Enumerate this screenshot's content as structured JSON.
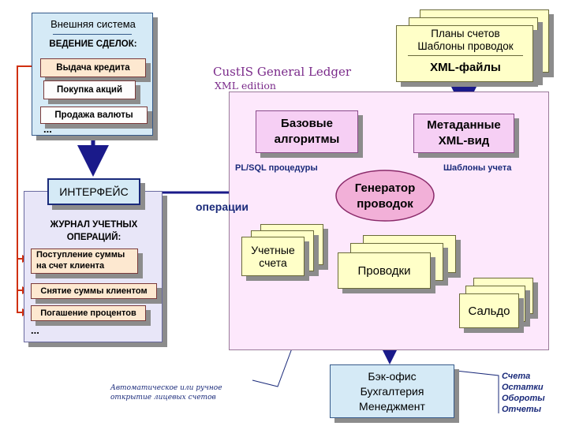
{
  "external_system": {
    "title": "Внешняя система",
    "subtitle": "ВЕДЕНИЕ СДЕЛОК:",
    "operations": [
      "Выдача кредита",
      "Покупка акций",
      "Продажа валюты"
    ],
    "more": "..."
  },
  "interface": {
    "label": "ИНТЕРФЕЙС"
  },
  "journal": {
    "title_line1": "ЖУРНАЛ УЧЕТНЫХ",
    "title_line2": "ОПЕРАЦИЙ:",
    "operations": [
      {
        "line1": "Поступление суммы",
        "line2": "на счет клиента"
      },
      {
        "line1": "Снятие суммы клиентом"
      },
      {
        "line1": "Погашение процентов"
      }
    ],
    "more": "..."
  },
  "ledger": {
    "title": "CustIS General Ledger",
    "subtitle": "XML edition"
  },
  "plans": {
    "line1": "Планы счетов",
    "line2": "Шаблоны проводок",
    "line3": "XML-файлы"
  },
  "algorithms": {
    "line1": "Базовые",
    "line2": "алгоритмы"
  },
  "metadata": {
    "line1": "Метаданные",
    "line2": "XML-вид"
  },
  "generator": {
    "line1": "Генератор",
    "line2": "проводок"
  },
  "labels": {
    "plsql": "PL/SQL процедуры",
    "templates": "Шаблоны учета",
    "operations": "операции"
  },
  "accounts": {
    "line1": "Учетные",
    "line2": "счета"
  },
  "postings": {
    "label": "Проводки"
  },
  "balance": {
    "label": "Сальдо"
  },
  "backoffice": {
    "line1": "Бэк-офис",
    "line2": "Бухгалтерия",
    "line3": "Менеджмент"
  },
  "backoffice_outputs": [
    "Счета",
    "Остатки",
    "Обороты",
    "Отчеты"
  ],
  "note": {
    "line1": "Автоматическое или ручное",
    "line2": "открытие лицевых счетов"
  },
  "colors": {
    "arrow_blue": "#1a1a8a",
    "arrow_red": "#d03010",
    "arrow_maroon": "#a0154a",
    "ledger_purple": "#7a2a8a"
  }
}
